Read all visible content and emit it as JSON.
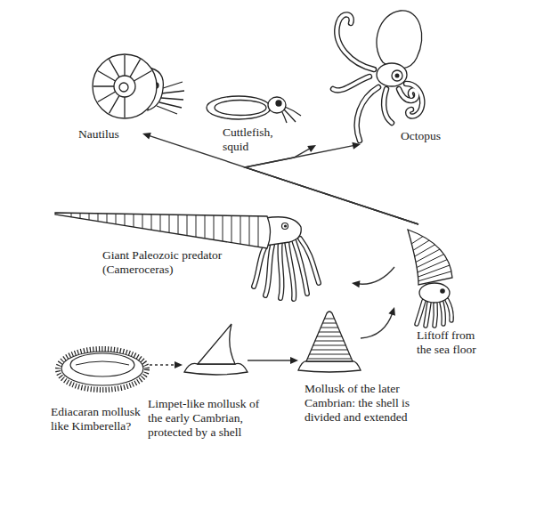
{
  "diagram": {
    "nodes": [
      {
        "text": [
          "Nautilus"
        ]
      },
      {
        "text": [
          "Cuttlefish, squid"
        ]
      },
      {
        "text": [
          "Octopus"
        ]
      },
      {
        "text": [
          "Giant Paleozoic predator (Cameroceras)"
        ]
      },
      {
        "text": [
          "Liftoff from the sea floor"
        ]
      },
      {
        "text": [
          "Ediacaran mollusk like Kimberella?"
        ]
      },
      {
        "text": [
          "Limpet-like mollusk of the early Cambrian, protected by a shell"
        ]
      },
      {
        "text": [
          "Mollusk of the later Cambrian: the shell is divided and extended"
        ]
      }
    ],
    "edges": [
      {
        "from": 5,
        "to": 6,
        "arrow": "to"
      },
      {
        "from": 6,
        "to": 7,
        "arrow": "to"
      },
      {
        "from": 7,
        "to": 4,
        "arrow": "to"
      },
      {
        "from": 4,
        "to": 3,
        "arrow": "to"
      },
      {
        "from": 4,
        "to": 0,
        "arrow": "to"
      },
      {
        "from": 4,
        "to": 1,
        "arrow": "to"
      },
      {
        "from": 4,
        "to": 2,
        "arrow": "to"
      }
    ]
  }
}
